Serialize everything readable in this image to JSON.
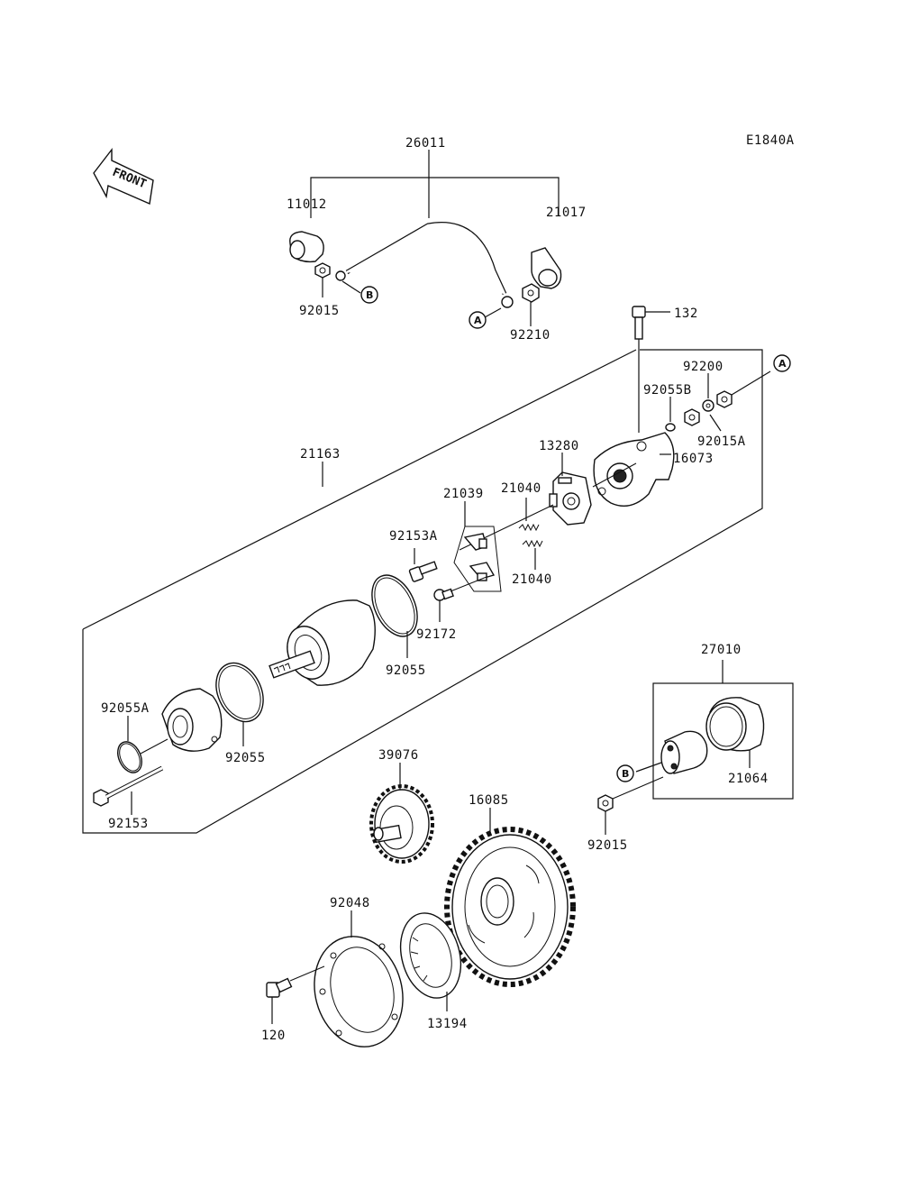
{
  "diagram_code": "E1840A",
  "front_label": "FRONT",
  "ref_a": "A",
  "ref_b": "B",
  "parts": {
    "p26011": "26011",
    "p11012": "11012",
    "p21017": "21017",
    "p92015_top": "92015",
    "p92210": "92210",
    "p132": "132",
    "p92200": "92200",
    "p92055B": "92055B",
    "p92015A": "92015A",
    "p16073": "16073",
    "p13280": "13280",
    "p21163": "21163",
    "p21040_a": "21040",
    "p21040_b": "21040",
    "p21039": "21039",
    "p92153A": "92153A",
    "p92172": "92172",
    "p92055_a": "92055",
    "p92055_b": "92055",
    "p92055A": "92055A",
    "p92153": "92153",
    "p27010": "27010",
    "p21064": "21064",
    "p92015_bot": "92015",
    "p39076": "39076",
    "p16085": "16085",
    "p92048": "92048",
    "p120": "120",
    "p13194": "13194"
  }
}
